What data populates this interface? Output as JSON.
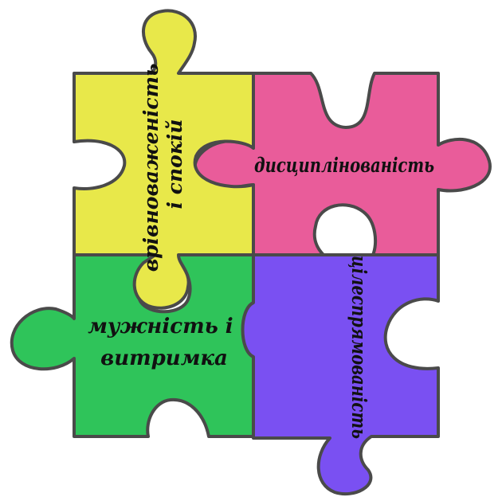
{
  "pieces": [
    {
      "id": "yellow",
      "color": "#e8e84a",
      "lines": [
        "врівноваженість",
        "і спокій"
      ]
    },
    {
      "id": "pink",
      "color": "#e95c9a",
      "lines": [
        "дисциплінованість"
      ]
    },
    {
      "id": "green",
      "color": "#2fc45a",
      "lines": [
        "мужність і",
        "витримка"
      ]
    },
    {
      "id": "violet",
      "color": "#7a50f2",
      "lines": [
        "цілеспрямованість"
      ]
    }
  ]
}
